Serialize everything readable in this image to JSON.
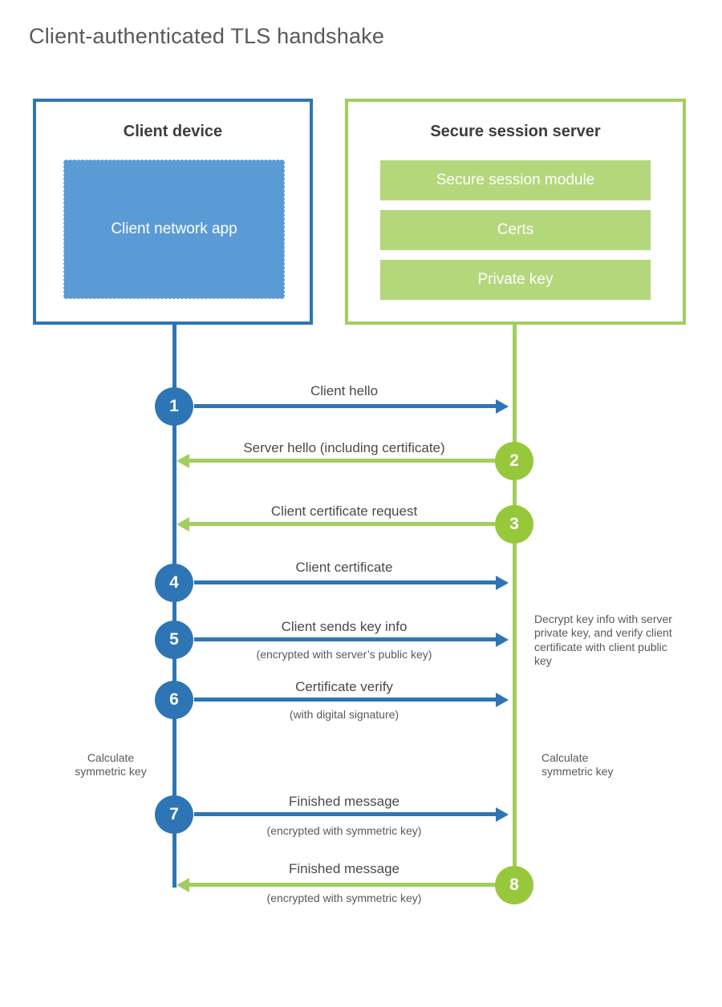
{
  "title": "Client-authenticated TLS handshake",
  "client_box": {
    "title": "Client device",
    "app_label": "Client network app"
  },
  "server_box": {
    "title": "Secure session server",
    "modules": [
      "Secure session module",
      "Certs",
      "Private key"
    ]
  },
  "steps": [
    {
      "num": "1",
      "label": "Client hello",
      "sublabel": "",
      "direction": "right",
      "actor": "client"
    },
    {
      "num": "2",
      "label": "Server hello (including certificate)",
      "sublabel": "",
      "direction": "left",
      "actor": "server"
    },
    {
      "num": "3",
      "label": "Client certificate request",
      "sublabel": "",
      "direction": "left",
      "actor": "server"
    },
    {
      "num": "4",
      "label": "Client certificate",
      "sublabel": "",
      "direction": "right",
      "actor": "client"
    },
    {
      "num": "5",
      "label": "Client sends key info",
      "sublabel": "(encrypted with server’s public key)",
      "direction": "right",
      "actor": "client"
    },
    {
      "num": "6",
      "label": "Certificate verify",
      "sublabel": "(with digital signature)",
      "direction": "right",
      "actor": "client"
    },
    {
      "num": "7",
      "label": "Finished message",
      "sublabel": "(encrypted with symmetric key)",
      "direction": "right",
      "actor": "client"
    },
    {
      "num": "8",
      "label": "Finished message",
      "sublabel": "(encrypted with symmetric key)",
      "direction": "left",
      "actor": "server"
    }
  ],
  "annotations": {
    "decrypt_note": "Decrypt key info with server private key, and verify client certificate with client public key",
    "calc_left": "Calculate symmetric key",
    "calc_right": "Calculate symmetric key"
  },
  "colors": {
    "blue_line": "#2e75b6",
    "blue_fill": "#5b9bd5",
    "green_line": "#a2ce5e",
    "green_circle": "#97c83c",
    "green_fill": "#b4d77c",
    "title_text": "#595959",
    "label_text": "#4a4a4a"
  }
}
